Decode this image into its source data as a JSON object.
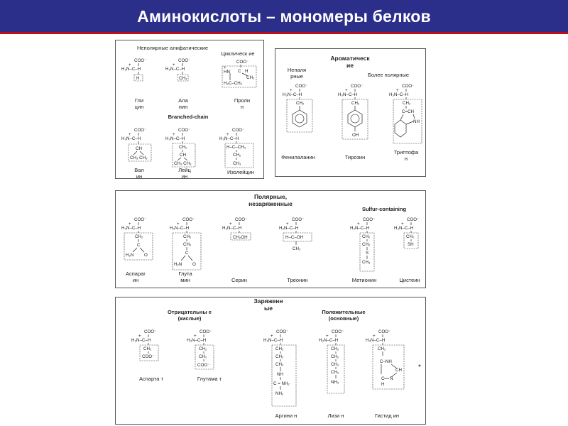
{
  "slide": {
    "title": "Аминокислоты – мономеры белков"
  },
  "chem": {
    "coo": "COO⁻",
    "backbone": "H₃N–C–H",
    "plus": "+",
    "h": "H",
    "ch3": "CH₃",
    "ch2": "CH₂",
    "ch": "CH",
    "oh": "OH",
    "sh": "SH",
    "s": "S",
    "nh": "NH",
    "nh2": "NH₂",
    "nh3": "NH₃",
    "c": "C",
    "o": "O",
    "h2n": "H₂N",
    "ch2oh": "CH₂OH",
    "hcoh": "H–C–OH",
    "hcch3": "H–C–CH₃",
    "ch3ch3": "CH₃  CH₃",
    "c_nh2": "C = NH₂",
    "cch": "C=CH",
    "h2c_ch2": "H₂C–CH₂",
    "hn_ring": "HN",
    "cnh": "C–NH",
    "ch_ring": "CH",
    "n": "N",
    "nplus": "H₂N",
    "asterisk": "*"
  },
  "panel1": {
    "nonpolar_aliphatic": "Неполярные алифатические",
    "cyclic": "Циклическ ие",
    "branched_chain": "Branched-chain",
    "names": {
      "glycine": "Гли цин",
      "alanine": "Ала нин",
      "proline": "Проли н",
      "valine": "Вал ин",
      "leucine": "Лейц ин",
      "isoleucine": "Изолейцин"
    }
  },
  "panel2": {
    "aromatic": "Ароматическ ие",
    "nonpolar": "Непаля рные",
    "more_polar": "Более полярные",
    "names": {
      "phenylalanine": "Фенилаланин",
      "tyrosine": "Тирозин",
      "tryptophan": "Триптофа н"
    }
  },
  "panel3": {
    "polar_uncharged": "Полярные, незаряженные",
    "sulfur_containing": "Sulfur-containing",
    "names": {
      "asparagine": "Аспараг ин",
      "glutamine": "Глута мин",
      "serine": "Серин",
      "threonine": "Треонин",
      "methionine": "Метионин",
      "cysteine": "Цистеин"
    }
  },
  "panel4": {
    "charged": "Заряженн ые",
    "negative_acidic": "Отрицательны е (кислые)",
    "positive_basic": "Положительные (основные)",
    "names": {
      "aspartate": "Аспарта т",
      "glutamate": "Глутама т",
      "arginine": "Аргини н",
      "lysine": "Лизи н",
      "histidine": "Гистид ин"
    }
  },
  "colors": {
    "header_bg": "#2b2f8a",
    "header_accent": "#b90f16",
    "title_text": "#ffffff"
  }
}
